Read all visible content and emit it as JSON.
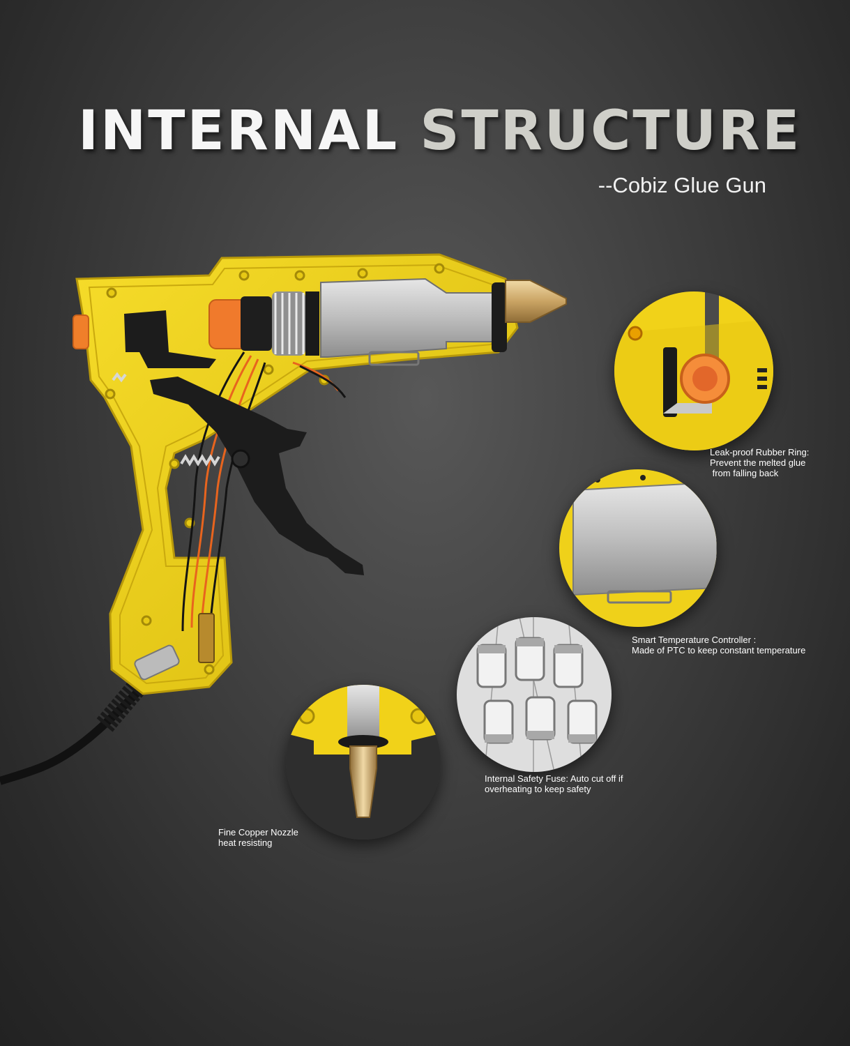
{
  "title": {
    "word1": "INTERNAL",
    "word2": "STRUCTURE"
  },
  "subtitle": "--Cobiz Glue Gun",
  "callouts": [
    {
      "id": "rubber-ring",
      "text": "Leak-proof Rubber Ring:\nPrevent the melted glue\n from falling back"
    },
    {
      "id": "temperature-controller",
      "text": "Smart Temperature Controller :\nMade of PTC to keep constant temperature"
    },
    {
      "id": "safety-fuse",
      "text": "Internal Safety Fuse: Auto cut off if\noverheating to keep safety"
    },
    {
      "id": "copper-nozzle",
      "text": "Fine Copper Nozzle\nheat resisting"
    }
  ],
  "colors": {
    "body_yellow": "#f2d31b",
    "heater_silver": "#c9c9c9",
    "nozzle_copper": "#d4b27a",
    "rubber_orange": "#f28a3c",
    "background": "#3e3e3e"
  }
}
